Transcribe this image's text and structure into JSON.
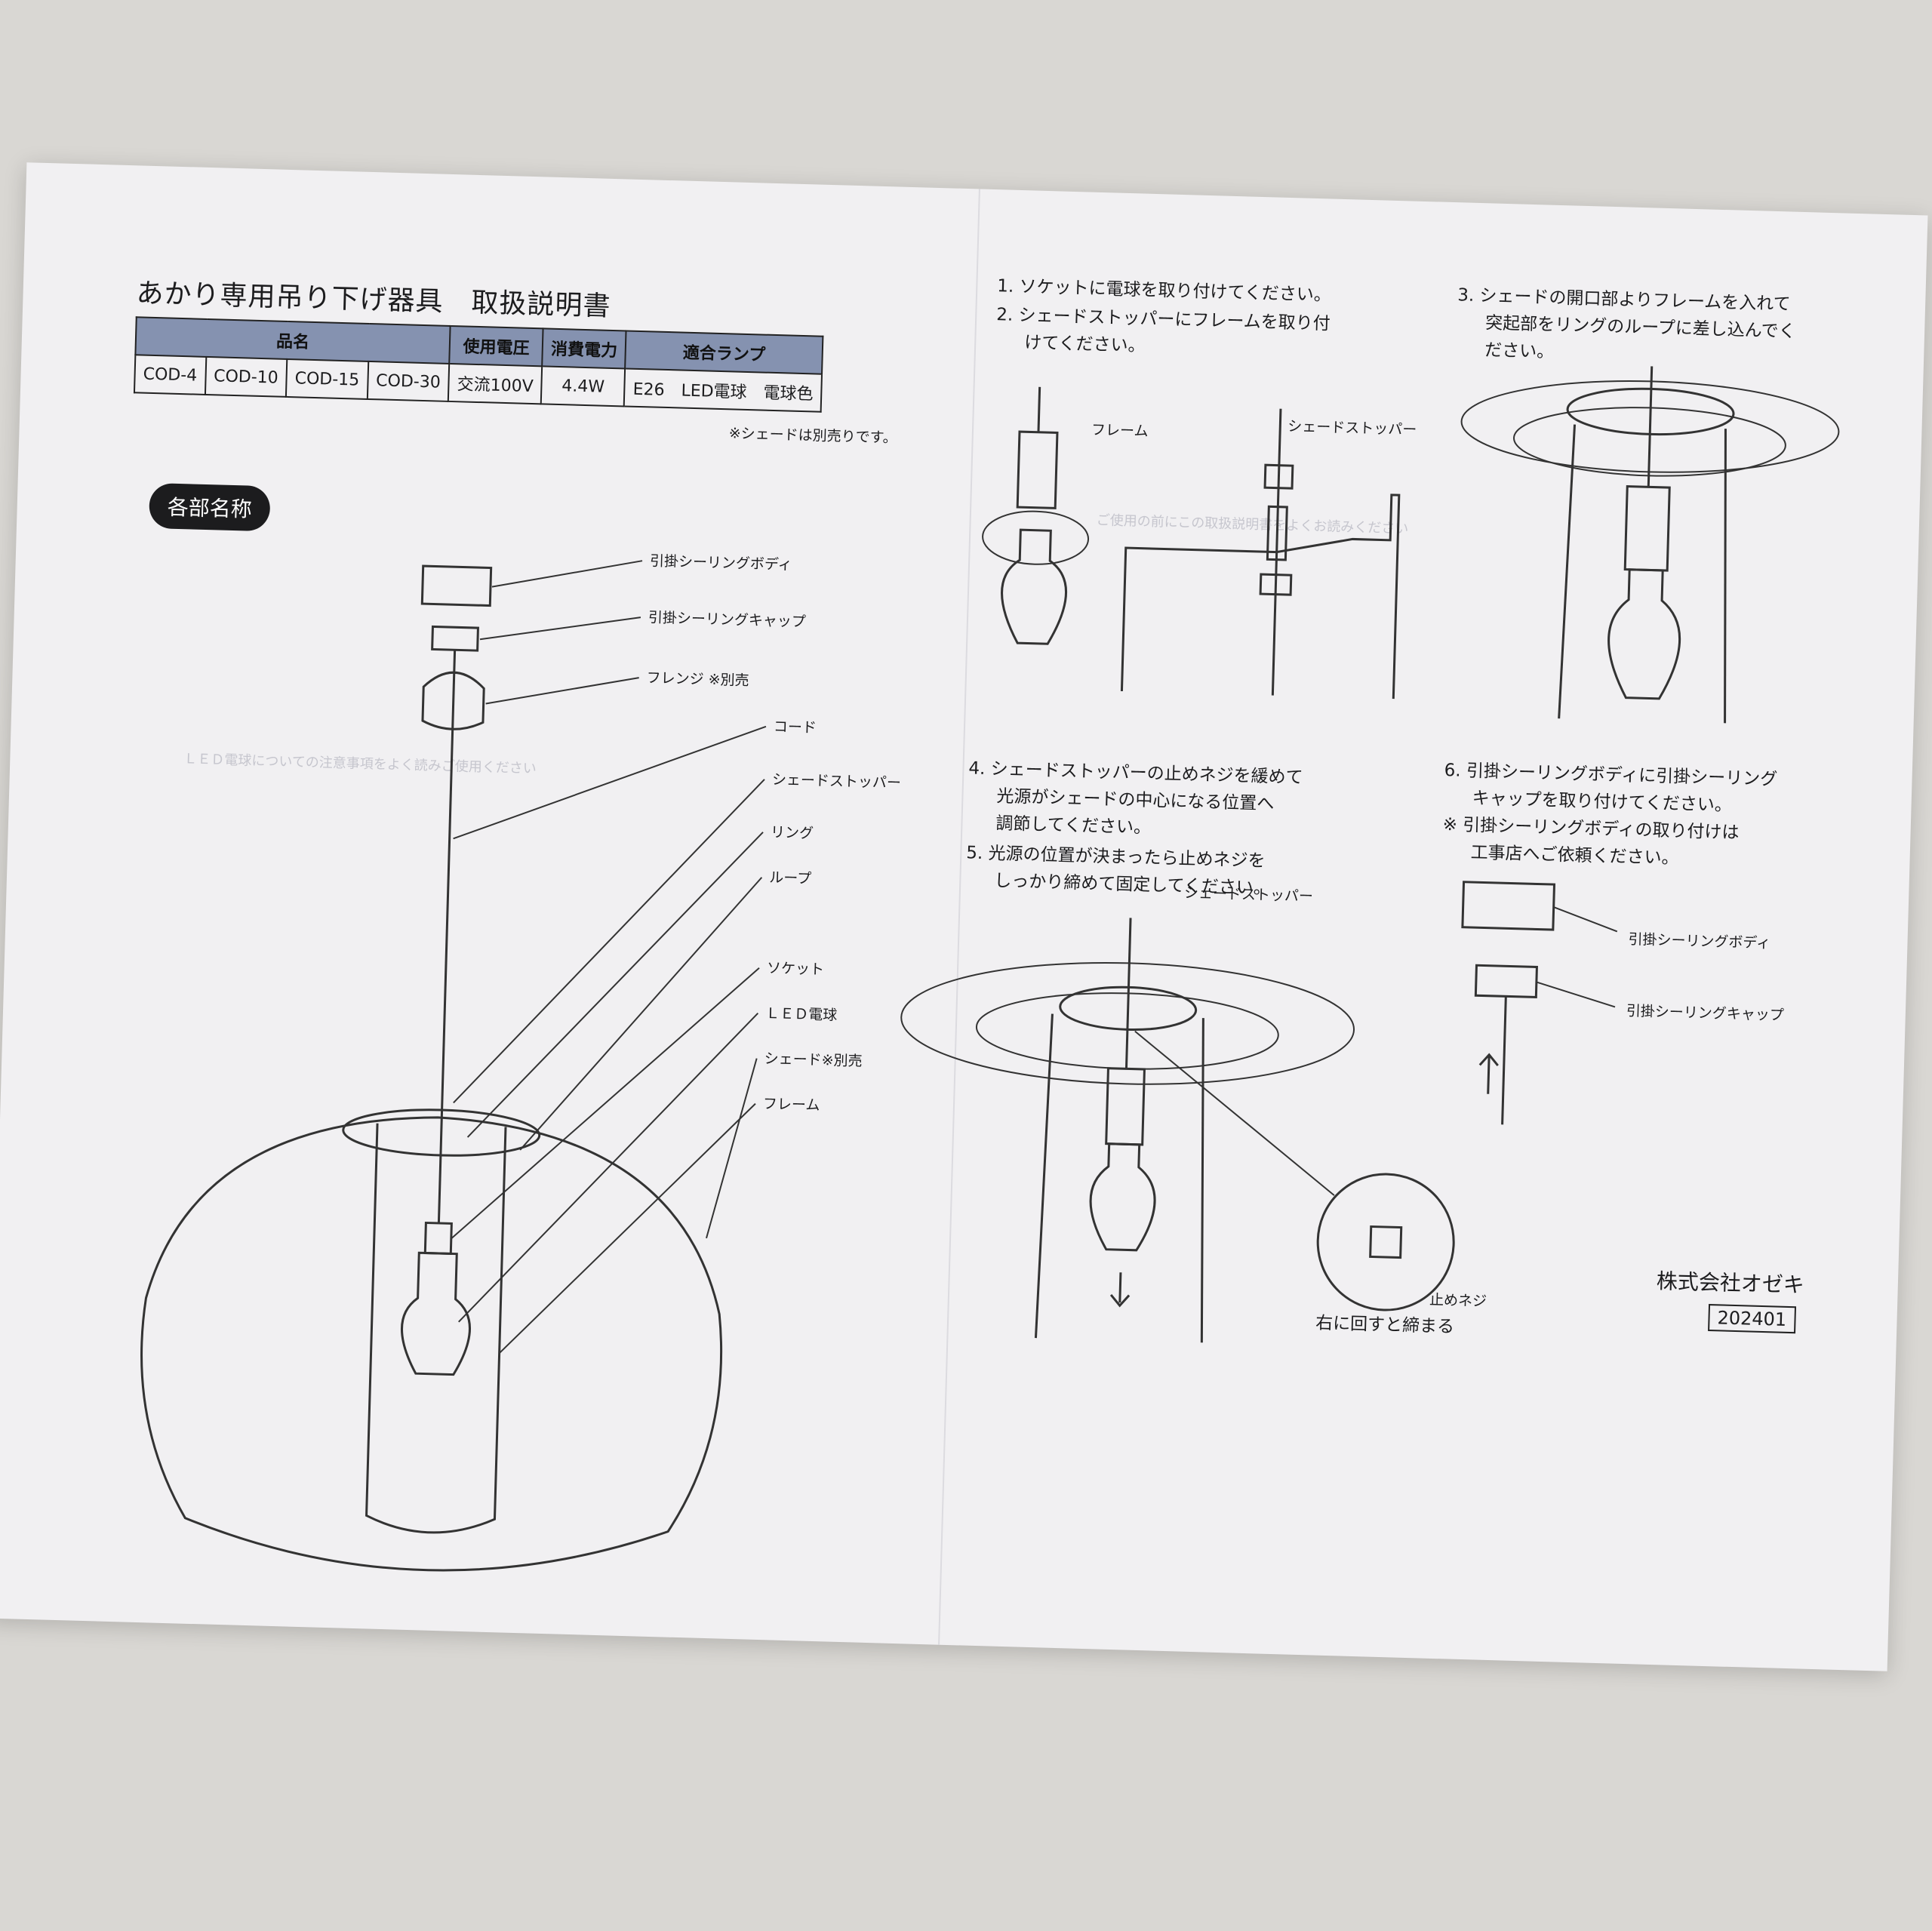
{
  "title": "あかり専用吊り下げ器具　取扱説明書",
  "spec_table": {
    "header_product": "品名",
    "header_voltage": "使用電圧",
    "header_power": "消費電力",
    "header_lamp": "適合ランプ",
    "models": [
      "COD-4",
      "COD-10",
      "COD-15",
      "COD-30"
    ],
    "voltage": "交流100V",
    "power": "4.4W",
    "lamp": "E26　LED電球　電球色"
  },
  "shade_note": "※シェードは別売りです。",
  "parts_heading": "各部名称",
  "parts_labels": {
    "ceiling_body": "引掛シーリングボディ",
    "ceiling_cap": "引掛シーリングキャップ",
    "flange": "フレンジ ※別売",
    "cord": "コード",
    "shade_stopper": "シェードストッパー",
    "ring": "リング",
    "loop": "ループ",
    "socket": "ソケット",
    "led_bulb": "ＬＥＤ電球",
    "shade": "シェード※別売",
    "frame": "フレーム"
  },
  "steps": {
    "s1": [
      "1.  ソケットに電球を取り付けてください。"
    ],
    "s2": [
      "2.  シェードストッパーにフレームを取り付",
      "けてください。"
    ],
    "s3": [
      "3.  シェードの開口部よりフレームを入れて",
      "突起部をリングのループに差し込んでく",
      "ださい。"
    ],
    "s4": [
      "4.  シェードストッパーの止めネジを緩めて",
      "光源がシェードの中心になる位置へ",
      "調節してください。"
    ],
    "s5": [
      "5.  光源の位置が決まったら止めネジを",
      "しっかり締めて固定してください。"
    ],
    "s6": [
      "6.  引掛シーリングボディに引掛シーリング",
      "キャップを取り付けてください。",
      "※  引掛シーリングボディの取り付けは",
      "工事店へご依頼ください。"
    ]
  },
  "figure_labels": {
    "frame": "フレーム",
    "shade_stopper": "シェードストッパー",
    "shade_stopper_2": "シェードストッパー",
    "set_screw": "止めネジ",
    "tighten_note": "右に回すと締まる",
    "ceiling_body": "引掛シーリングボディ",
    "ceiling_cap": "引掛シーリングキャップ"
  },
  "company": "株式会社オゼキ",
  "doc_code": "202401",
  "colors": {
    "paper": "#f1f0f2",
    "table_header": "#8592b0",
    "ink": "#1c1c1e"
  }
}
